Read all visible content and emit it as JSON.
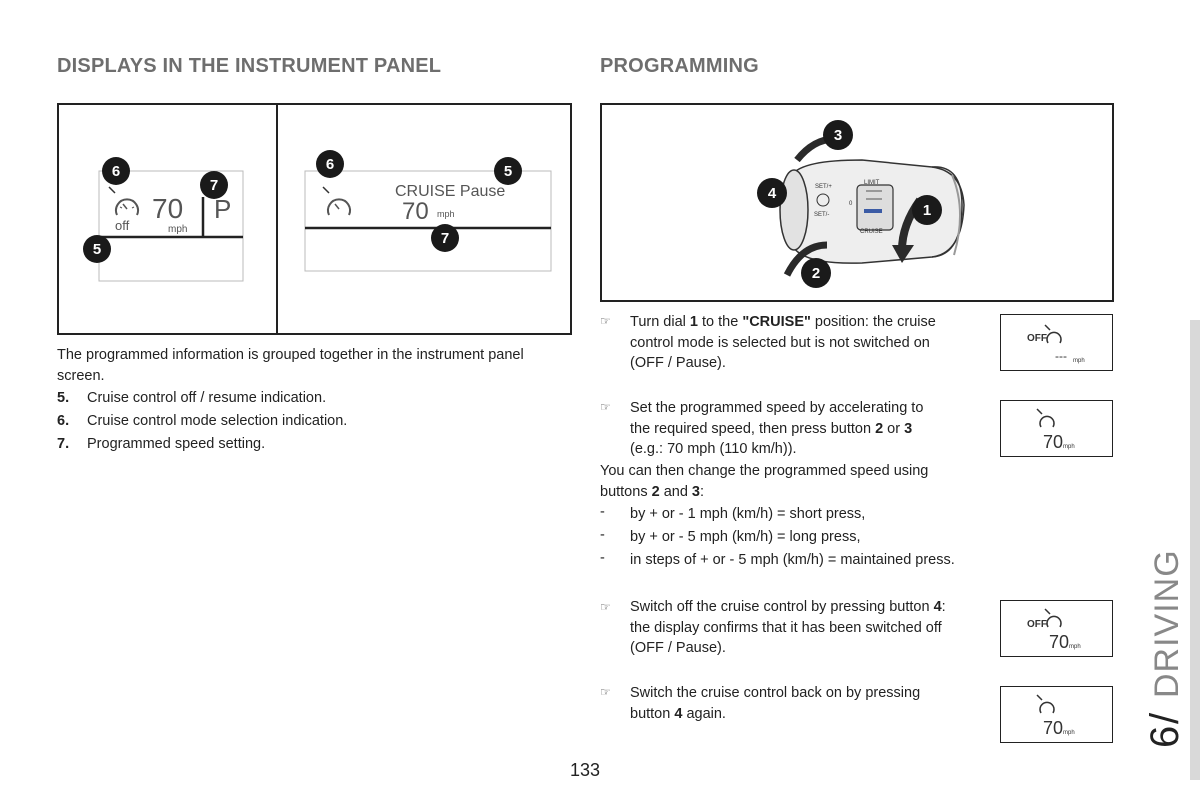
{
  "left": {
    "heading": "DISPLAYS IN THE INSTRUMENT PANEL",
    "panel_a": {
      "speed": "70",
      "unit": "mph",
      "off_label": "off",
      "gear": "P"
    },
    "panel_b": {
      "status": "CRUISE Pause",
      "speed": "70",
      "unit": "mph"
    },
    "badges": {
      "b5": "5",
      "b6": "6",
      "b7": "7"
    },
    "intro": "The programmed information is grouped together in the instrument panel screen.",
    "items": [
      {
        "num": "5.",
        "text": "Cruise control off / resume indication."
      },
      {
        "num": "6.",
        "text": "Cruise control mode selection indication."
      },
      {
        "num": "7.",
        "text": "Programmed speed setting."
      }
    ]
  },
  "right": {
    "heading": "PROGRAMMING",
    "stalk": {
      "b1": "1",
      "b2": "2",
      "b3": "3",
      "b4": "4",
      "set_plus": "SET/+",
      "set_minus": "SET/-",
      "limit": "LIMIT",
      "cruise": "CRUISE",
      "zero": "0"
    },
    "step1": [
      "Turn dial ",
      "1",
      " to the ",
      "\"CRUISE\"",
      " position: the cruise",
      "control mode is selected but is not switched on",
      "(OFF / Pause)."
    ],
    "step2": [
      "Set the programmed speed by accelerating to",
      "the required speed, then press button ",
      "2",
      " or ",
      "3",
      "(e.g.: 70 mph (110 km/h))."
    ],
    "change_1": "You can then change the programmed speed using",
    "change_2": [
      "buttons ",
      "2",
      " and ",
      "3",
      ":"
    ],
    "dashes": [
      "by + or - 1 mph (km/h) = short press,",
      "by + or - 5 mph (km/h) = long press,",
      "in steps of + or - 5 mph (km/h) = maintained press."
    ],
    "step3": [
      "Switch off the cruise control by pressing button ",
      "4",
      ":",
      "the display confirms that it has been switched off",
      "(OFF / Pause)."
    ],
    "step4": [
      "Switch the cruise control back on by pressing",
      "button ",
      "4",
      " again."
    ],
    "lcd1": {
      "off": "OFF",
      "speed": "---",
      "unit": "mph"
    },
    "lcd2": {
      "speed": "70",
      "unit": "mph"
    },
    "lcd3": {
      "off": "OFF",
      "speed": "70",
      "unit": "mph"
    },
    "lcd4": {
      "speed": "70",
      "unit": "mph"
    }
  },
  "page_number": "133",
  "section": {
    "number": "6",
    "slash": "/",
    "title": "DRIVING"
  }
}
